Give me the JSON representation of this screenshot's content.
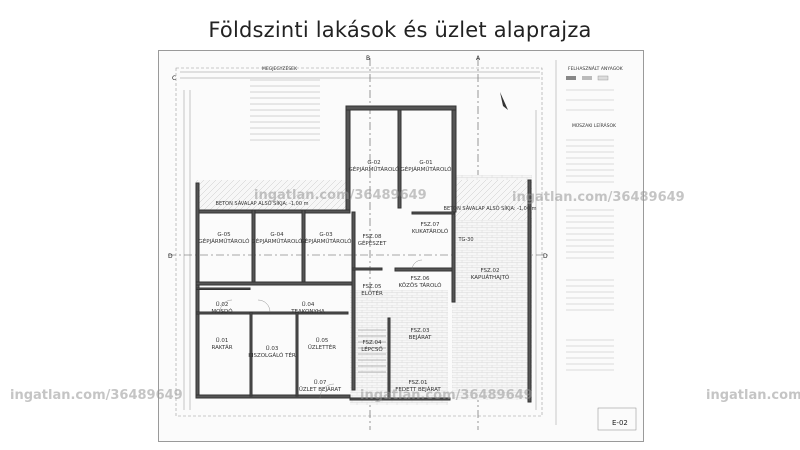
{
  "title": "Földszinti lakások és üzlet alaprajza",
  "watermark": "ingatlan.com/36489649",
  "legend_title": "FELHASZNÁLT ANYAGOK",
  "notes_title": "MEGJEGYZÉSEK",
  "notes_right_title": "MŰSZAKI LEÍRÁSOK",
  "sheet_code": "E-02",
  "axis_labels": {
    "a": "A",
    "b": "B",
    "c": "C",
    "d": "D"
  },
  "rooms": {
    "g02": {
      "code": "G-02",
      "name": "GÉPJÁRMŰTÁROLÓ"
    },
    "g01": {
      "code": "G-01",
      "name": "GÉPJÁRMŰTÁROLÓ"
    },
    "g05": {
      "code": "G-05",
      "name": "GÉPJÁRMŰTÁROLÓ"
    },
    "g04": {
      "code": "G-04",
      "name": "GÉPJÁRMŰTÁROLÓ"
    },
    "g03": {
      "code": "G-03",
      "name": "GÉPJÁRMŰTÁROLÓ"
    },
    "fsz08": {
      "code": "FSZ.08",
      "name": "GÉPÉSZET"
    },
    "fsz07": {
      "code": "FSZ.07",
      "name": "KUKATÁROLÓ"
    },
    "fsz06": {
      "code": "FSZ.06",
      "name": "KÖZÖS TÁROLÓ"
    },
    "fsz02": {
      "code": "FSZ.02",
      "name": "KAPUÁTHAJTÓ"
    },
    "fsz05": {
      "code": "FSZ.05",
      "name": "ELŐTÉR"
    },
    "u02": {
      "code": "Ü.02",
      "name": "MOSDÓ"
    },
    "u04": {
      "code": "Ü.04",
      "name": "TEAKONYHA"
    },
    "u01": {
      "code": "Ü.01",
      "name": "RAKTÁR"
    },
    "u03": {
      "code": "Ü.03",
      "name": "KISZOLGÁLÓ TÉR"
    },
    "u05": {
      "code": "Ü.05",
      "name": "ÜZLETTÉR"
    },
    "u07": {
      "code": "Ü.07",
      "name": "ÜZLET BEJÁRAT"
    },
    "fsz04": {
      "code": "FSZ.04",
      "name": "LÉPCSŐ"
    },
    "fsz03": {
      "code": "FSZ.03",
      "name": "BEJÁRAT"
    },
    "fsz01": {
      "code": "FSZ.01",
      "name": "FEDETT BEJÁRAT"
    }
  },
  "beton_left": "BETON SÁVALAP ALSÓ SÍKJA: -1,00 m",
  "beton_right": "BETON SÁVALAP ALSÓ SÍKJA: -1,00 m",
  "level_mark": "TG-30",
  "sheet_small": "E-02"
}
